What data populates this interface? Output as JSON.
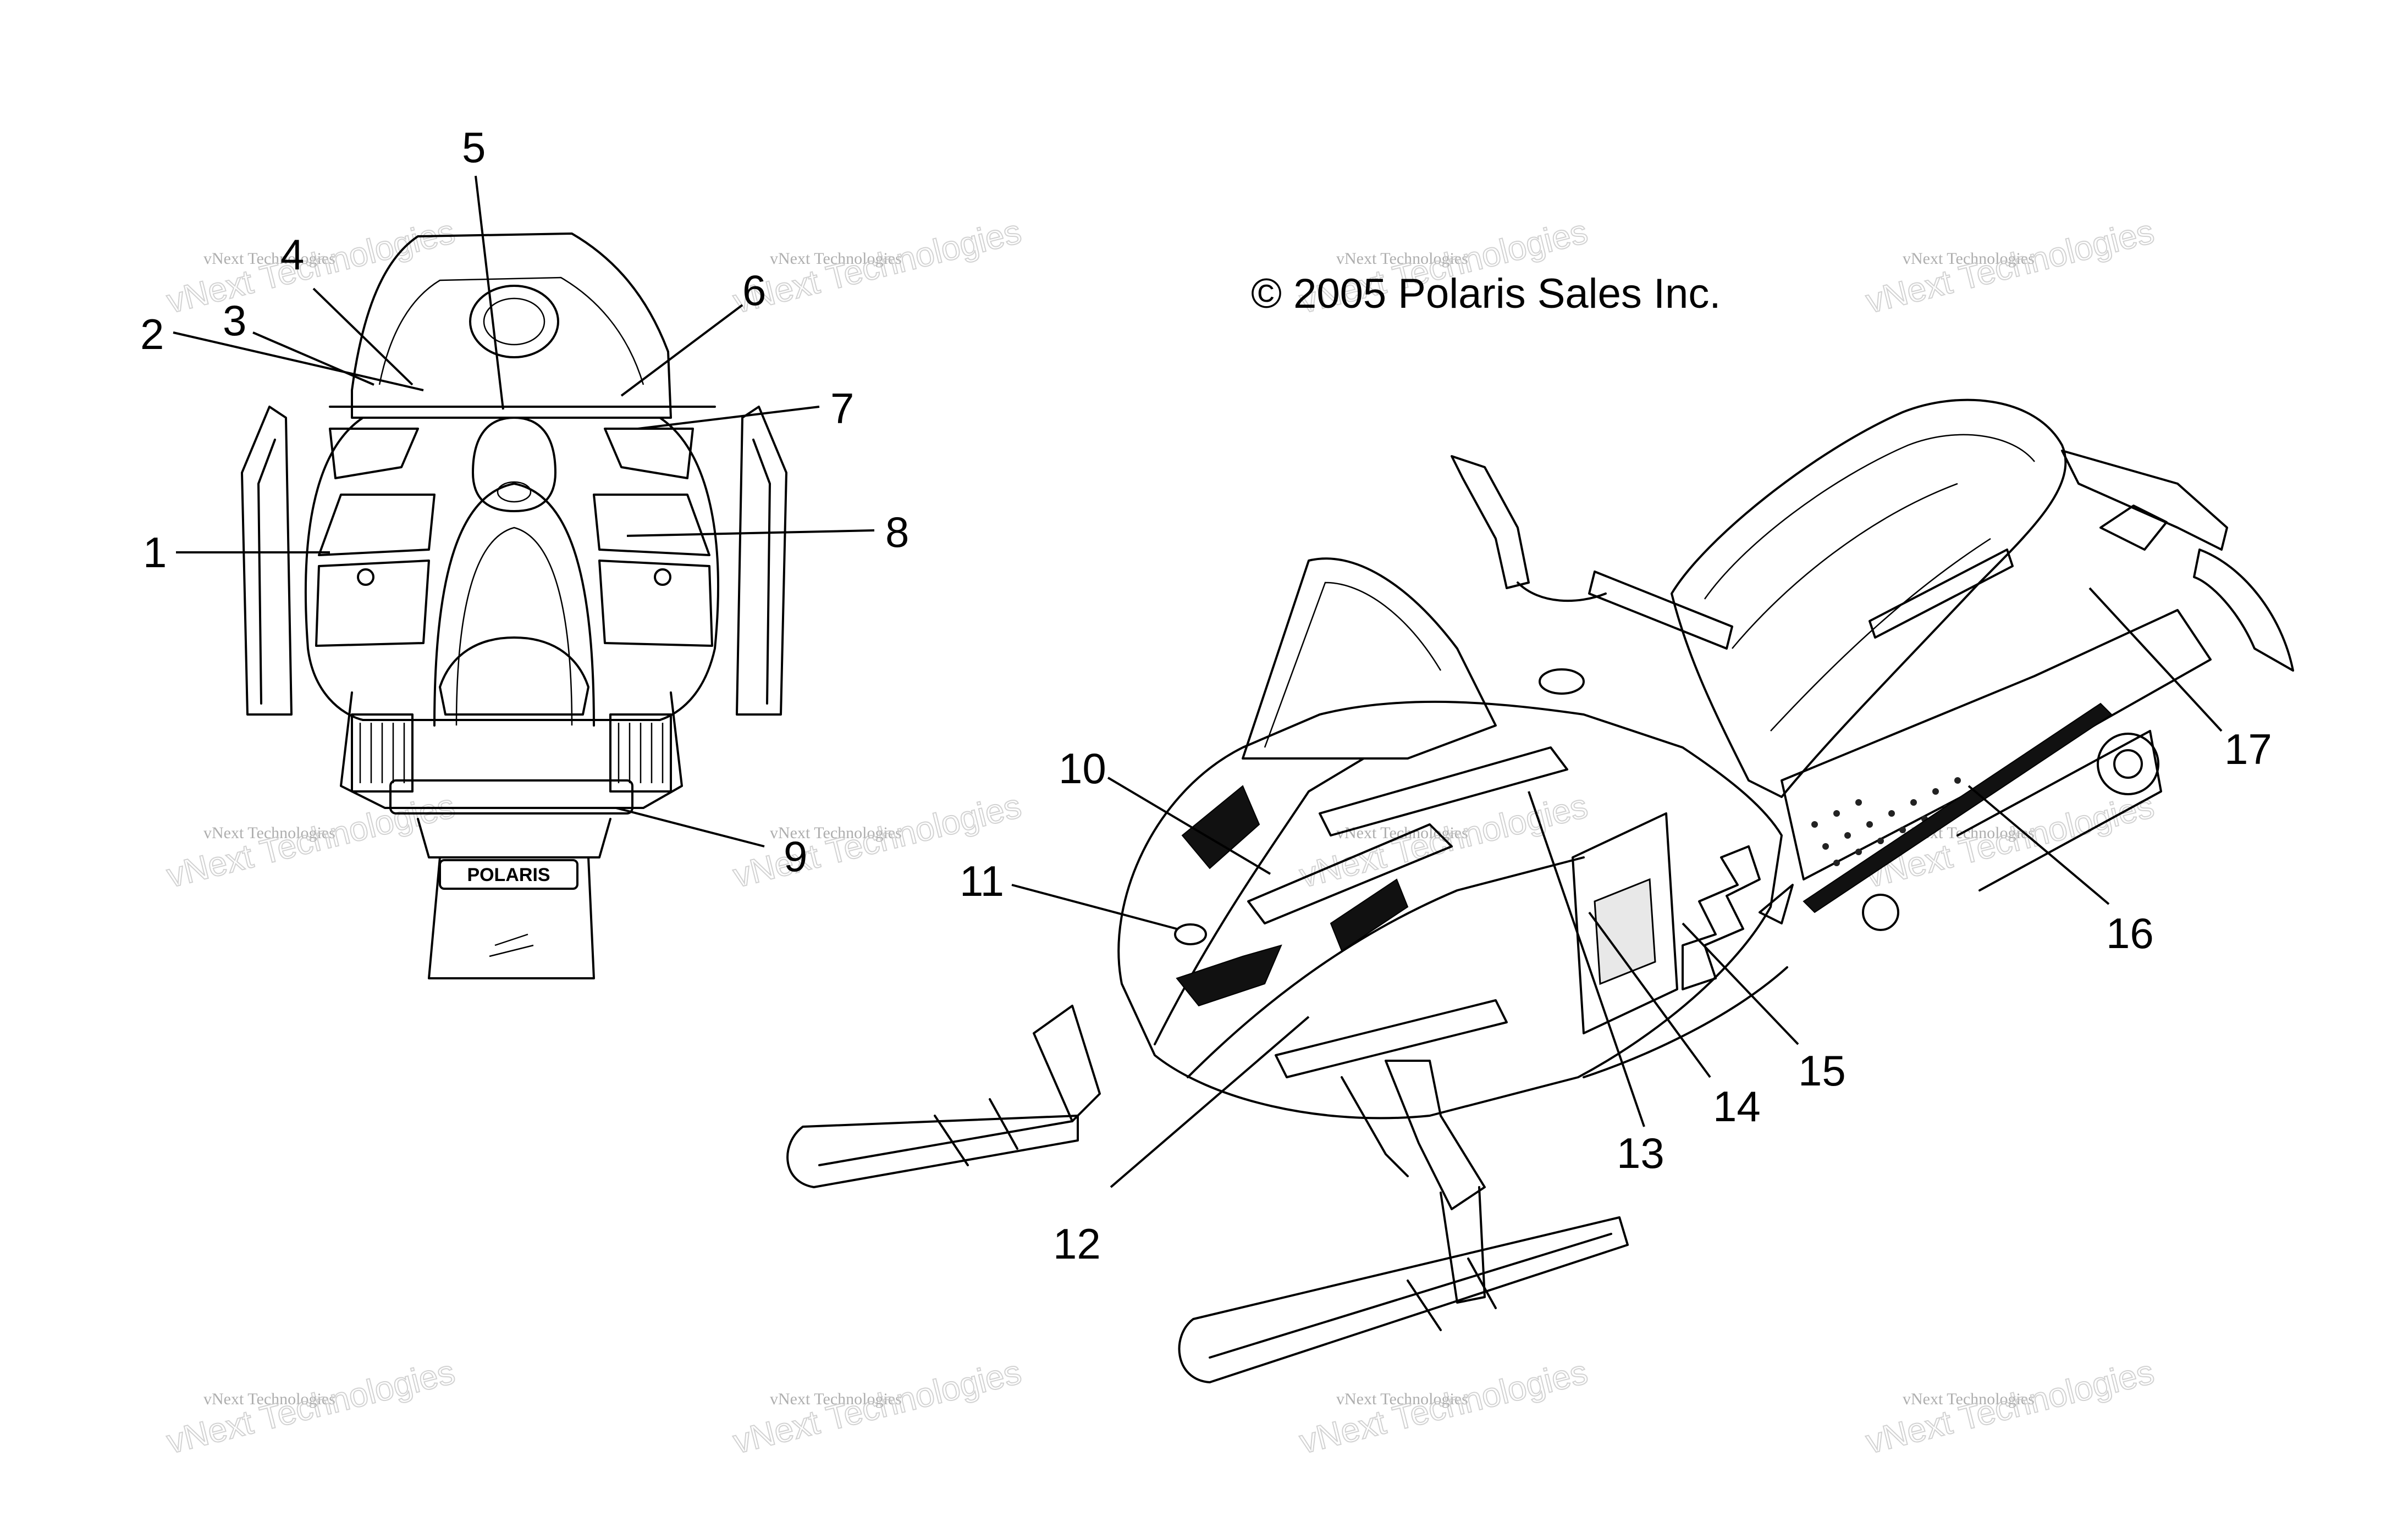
{
  "copyright": "© 2005 Polaris Sales Inc.",
  "brand_badge": "POLARIS",
  "watermark": {
    "line1": "vNext Technologies",
    "line2": "vNext Technologies"
  },
  "callouts": {
    "c1": "1",
    "c2": "2",
    "c3": "3",
    "c4": "4",
    "c5": "5",
    "c6": "6",
    "c7": "7",
    "c8": "8",
    "c9": "9",
    "c10": "10",
    "c11": "11",
    "c12": "12",
    "c13": "13",
    "c14": "14",
    "c15": "15",
    "c16": "16",
    "c17": "17"
  }
}
